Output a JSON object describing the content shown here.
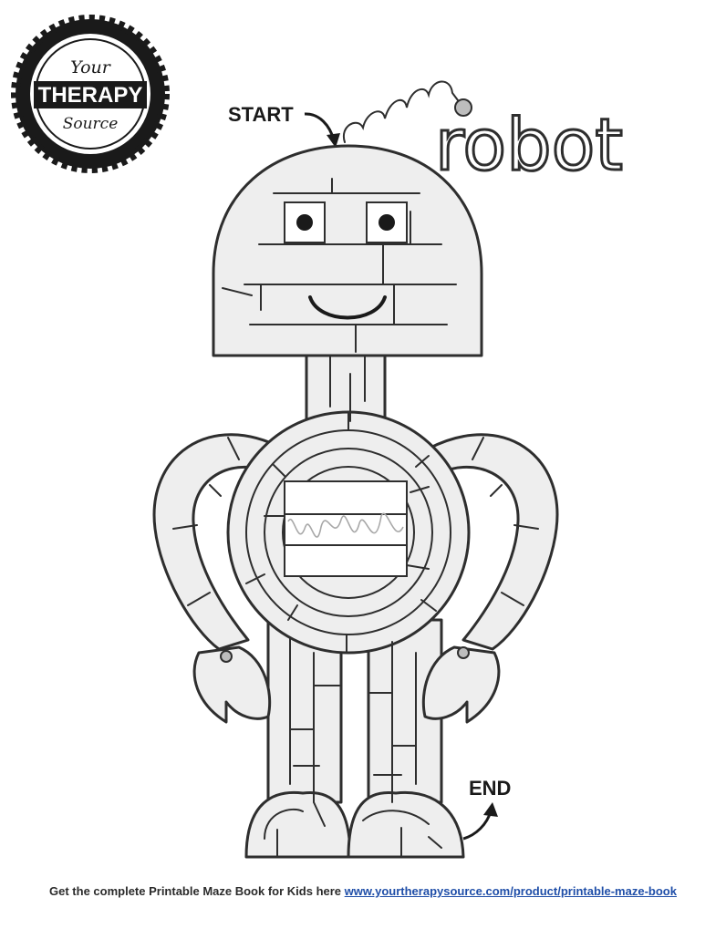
{
  "logo": {
    "line1": "Your",
    "line2": "THERAPY",
    "line3": "Source"
  },
  "title": "robot",
  "labels": {
    "start": "START",
    "end": "END"
  },
  "footer": {
    "text": "Get the complete Printable Maze Book for Kids here",
    "link": "www.yourtherapysource.com/product/printable-maze-book"
  },
  "colors": {
    "ink": "#2e2e2e",
    "maze_fill": "#eeeeee",
    "link": "#1f4ea8"
  }
}
